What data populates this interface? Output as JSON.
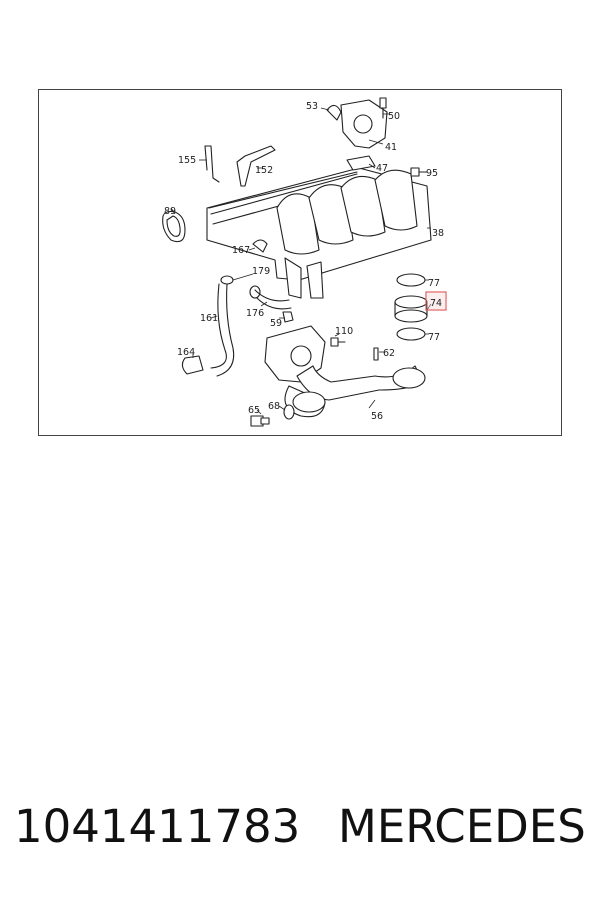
{
  "diagram": {
    "callouts": {
      "c53": "53",
      "c50": "50",
      "c41": "41",
      "c47": "47",
      "c95": "95",
      "c155": "155",
      "c152": "152",
      "c89": "89",
      "c38": "38",
      "c167": "167",
      "c179": "179",
      "c77a": "77",
      "c74": "74",
      "c176": "176",
      "c161": "161",
      "c59": "59",
      "c110": "110",
      "c77b": "77",
      "c62": "62",
      "c164": "164",
      "c65": "65",
      "c68": "68",
      "c56": "56"
    },
    "highlighted_part": "74",
    "highlight_color": "#e06060"
  },
  "caption": {
    "part_number": "1041411783",
    "brand": "MERCEDES"
  }
}
